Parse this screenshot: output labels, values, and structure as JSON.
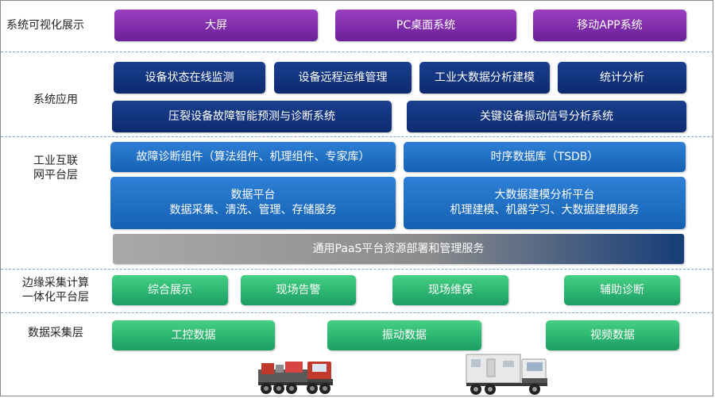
{
  "layers": {
    "visualization": {
      "label": "系统可视化展示",
      "items": [
        "大屏",
        "PC桌面系统",
        "移动APP系统"
      ]
    },
    "application": {
      "label": "系统应用",
      "row1": [
        "设备状态在线监测",
        "设备远程运维管理",
        "工业大数据分析建模",
        "统计分析"
      ],
      "row2": [
        "压裂设备故障智能预测与诊断系统",
        "关键设备振动信号分析系统"
      ]
    },
    "platform": {
      "label_line1": "工业互联",
      "label_line2": "网平台层",
      "component_box": "故障诊断组件（算法组件、机理组件、专家库）",
      "tsdb_box": "时序数据库（TSDB）",
      "data_platform": {
        "title": "数据平台",
        "subtitle": "数据采集、清洗、管理、存储服务"
      },
      "bigdata_platform": {
        "title": "大数据建模分析平台",
        "subtitle": "机理建模、机器学习、大数据建模服务"
      },
      "paas_bar": "通用PaaS平台资源部署和管理服务"
    },
    "edge": {
      "label_line1": "边缘采集计算",
      "label_line2": "一体化平台层",
      "items": [
        "综合展示",
        "现场告警",
        "现场维保",
        "辅助诊断"
      ]
    },
    "collection": {
      "label": "数据采集层",
      "items": [
        "工控数据",
        "振动数据",
        "视频数据"
      ]
    }
  },
  "colors": {
    "purple": "#7a2aa8",
    "navy": "#0f2f78",
    "blue": "#1a6cc4",
    "green": "#2bb573",
    "divider": "#7fa3c8"
  }
}
